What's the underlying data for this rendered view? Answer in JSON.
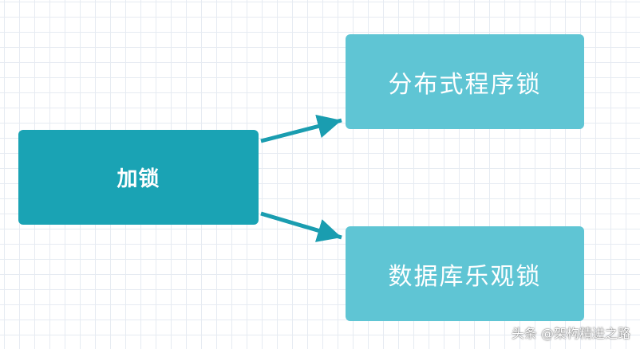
{
  "diagram": {
    "root": {
      "label": "加锁"
    },
    "children": [
      {
        "label": "分布式程序锁"
      },
      {
        "label": "数据库乐观锁"
      }
    ],
    "colors": {
      "root_fill": "#1aa3b4",
      "child_fill": "#5fc5d4",
      "arrow": "#1a9db0",
      "text": "#ffffff",
      "grid": "#e6ebf2"
    }
  },
  "watermark": {
    "text": "头条 @架构精进之路"
  }
}
